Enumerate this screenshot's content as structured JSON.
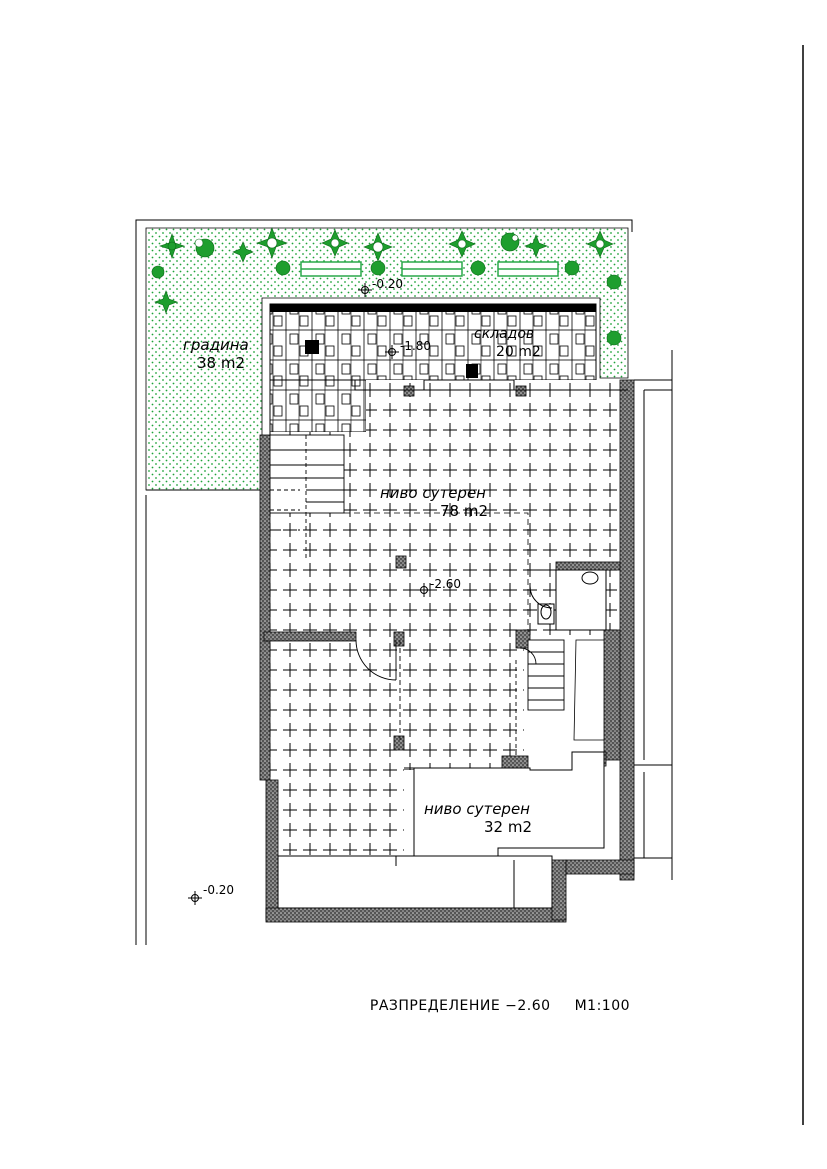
{
  "labels": {
    "garden_name": "градина",
    "garden_area": "38 m2",
    "shelter_name": "складов",
    "shelter_area": "20 m2",
    "shelter_level": "-1.80",
    "top_level": "-0.20",
    "main_room_name": "ниво сутерен",
    "main_room_area": "78 m2",
    "main_level": "-2.60",
    "lower_room_name": "ниво сутерен",
    "lower_room_area": "32 m2",
    "outside_level": "-0.20"
  },
  "title": {
    "name": "РАЗПРЕДЕЛЕНИЕ −2.60",
    "scale": "M1:100"
  },
  "colors": {
    "line": "#000000",
    "garden_dot": "#1fa33a",
    "plant": "#1e9e2e",
    "bench": "#2aa84a",
    "wall_fill": "#7d7d7d"
  }
}
